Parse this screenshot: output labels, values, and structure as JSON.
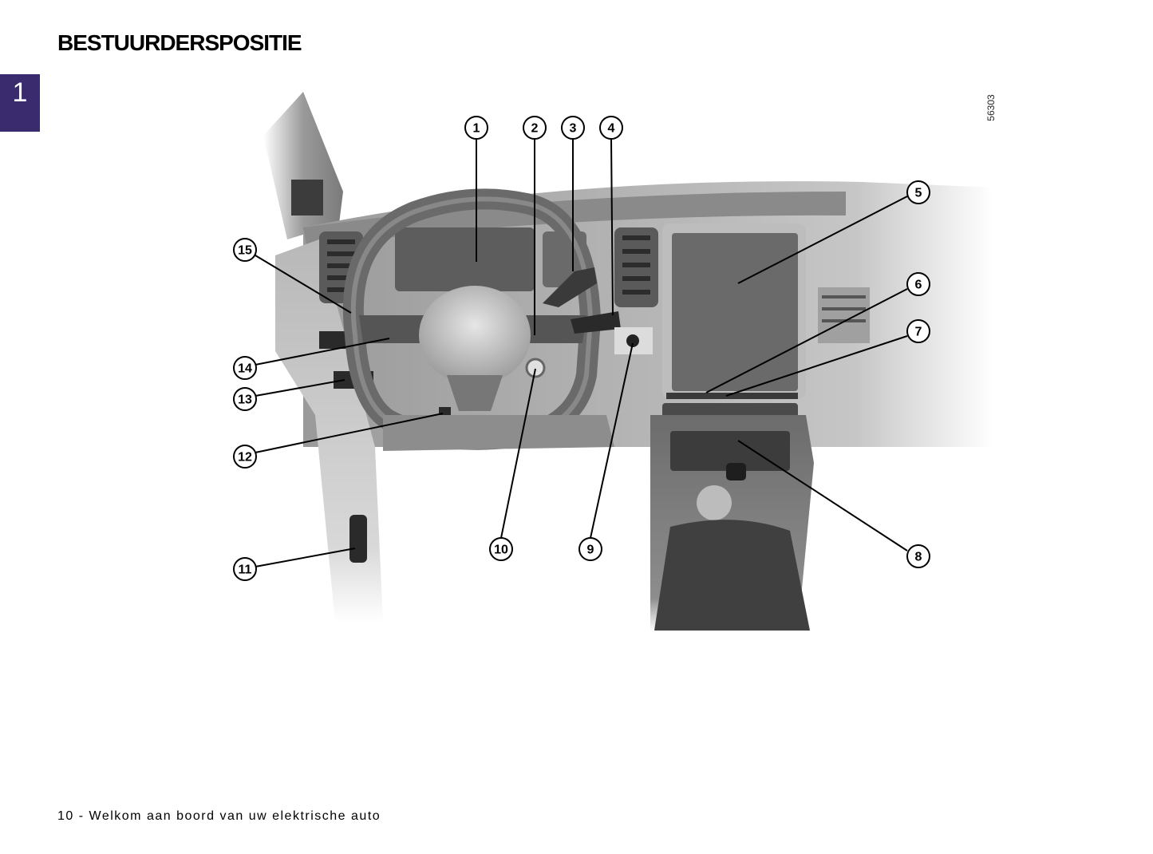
{
  "header": {
    "title": "BESTUURDERSPOSITIE",
    "chapter_number": "1",
    "figure_reference": "56303"
  },
  "illustration": {
    "subject": "dashboard-driver-position",
    "callouts": [
      "1",
      "2",
      "3",
      "4",
      "5",
      "6",
      "7",
      "8",
      "9",
      "10",
      "11",
      "12",
      "13",
      "14",
      "15"
    ]
  },
  "footer": {
    "text": "10 - Welkom aan boord van uw elektrische auto"
  },
  "colors": {
    "chapter_tab": "#3a2a6e",
    "illustration_dark": "#4a4a4a",
    "illustration_mid": "#8a8a8a",
    "illustration_light": "#c8c8c8"
  }
}
